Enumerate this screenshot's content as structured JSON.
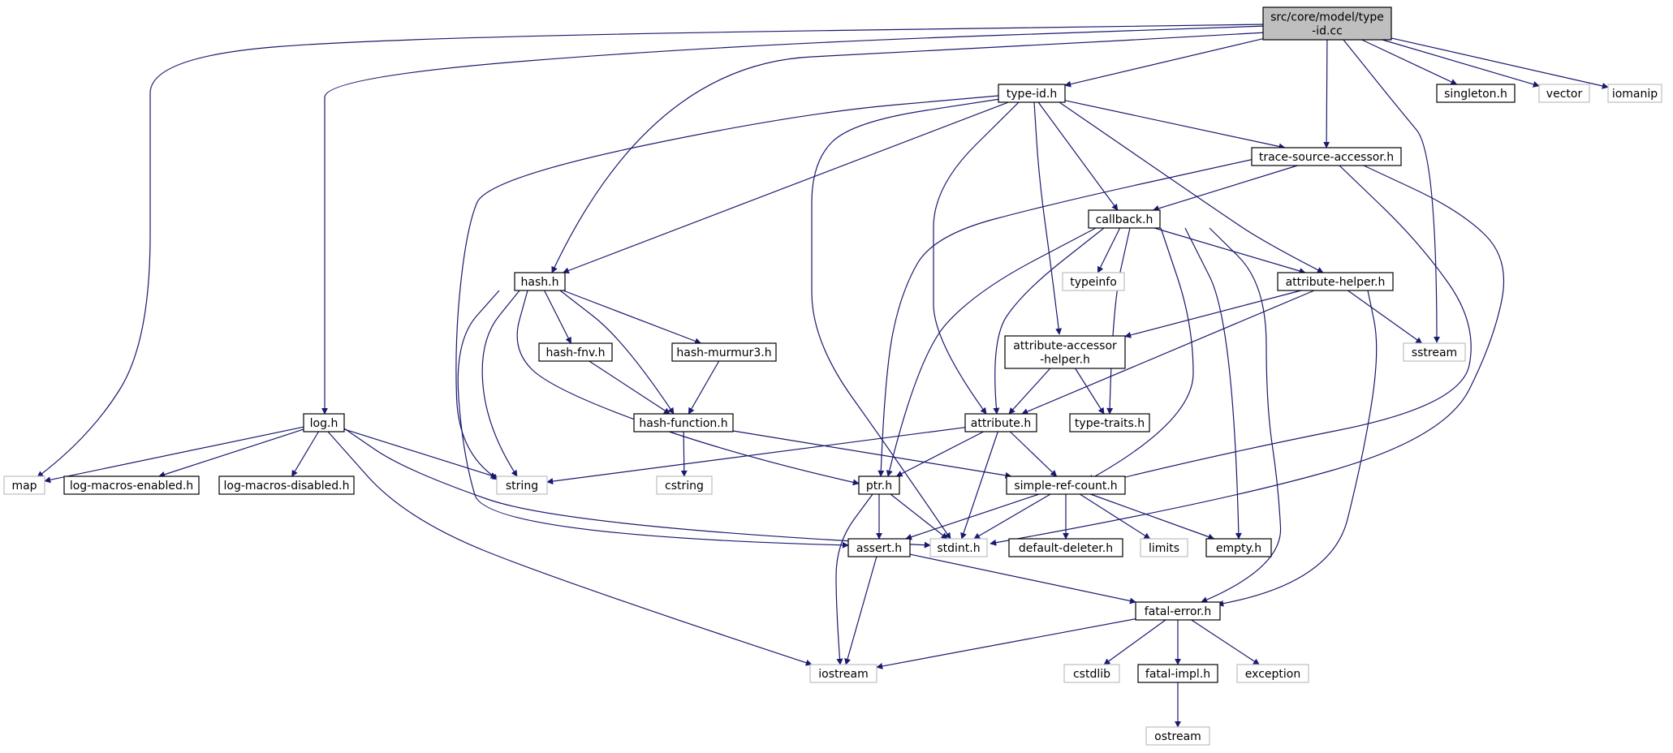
{
  "colors": {
    "edge": "#191970",
    "root_fill": "#bfbfbf",
    "node_border_documented": "#000000",
    "node_border_external": "#bfbfbf",
    "background": "#ffffff"
  },
  "nodes": [
    {
      "id": "root",
      "lines": [
        "src/core/model/type",
        "-id.cc"
      ],
      "style": "root",
      "icon": ""
    },
    {
      "id": "type-id",
      "lines": [
        "type-id.h"
      ],
      "style": "documented"
    },
    {
      "id": "singleton",
      "lines": [
        "singleton.h"
      ],
      "style": "documented"
    },
    {
      "id": "vector",
      "lines": [
        "vector"
      ],
      "style": "external"
    },
    {
      "id": "iomanip",
      "lines": [
        "iomanip"
      ],
      "style": "external"
    },
    {
      "id": "trace-source-accessor",
      "lines": [
        "trace-source-accessor.h"
      ],
      "style": "documented"
    },
    {
      "id": "callback",
      "lines": [
        "callback.h"
      ],
      "style": "documented"
    },
    {
      "id": "hash",
      "lines": [
        "hash.h"
      ],
      "style": "documented"
    },
    {
      "id": "typeinfo",
      "lines": [
        "typeinfo"
      ],
      "style": "external"
    },
    {
      "id": "attribute-helper",
      "lines": [
        "attribute-helper.h"
      ],
      "style": "documented"
    },
    {
      "id": "hash-fnv",
      "lines": [
        "hash-fnv.h"
      ],
      "style": "documented"
    },
    {
      "id": "hash-murmur3",
      "lines": [
        "hash-murmur3.h"
      ],
      "style": "documented"
    },
    {
      "id": "attribute-accessor-helper",
      "lines": [
        "attribute-accessor",
        "-helper.h"
      ],
      "style": "documented"
    },
    {
      "id": "sstream",
      "lines": [
        "sstream"
      ],
      "style": "external"
    },
    {
      "id": "log",
      "lines": [
        "log.h"
      ],
      "style": "documented"
    },
    {
      "id": "hash-function",
      "lines": [
        "hash-function.h"
      ],
      "style": "documented"
    },
    {
      "id": "attribute",
      "lines": [
        "attribute.h"
      ],
      "style": "documented"
    },
    {
      "id": "type-traits",
      "lines": [
        "type-traits.h"
      ],
      "style": "documented"
    },
    {
      "id": "map",
      "lines": [
        "map"
      ],
      "style": "external"
    },
    {
      "id": "log-macros-enabled",
      "lines": [
        "log-macros-enabled.h"
      ],
      "style": "documented"
    },
    {
      "id": "log-macros-disabled",
      "lines": [
        "log-macros-disabled.h"
      ],
      "style": "documented"
    },
    {
      "id": "string",
      "lines": [
        "string"
      ],
      "style": "external"
    },
    {
      "id": "cstring",
      "lines": [
        "cstring"
      ],
      "style": "external"
    },
    {
      "id": "ptr",
      "lines": [
        "ptr.h"
      ],
      "style": "documented"
    },
    {
      "id": "simple-ref-count",
      "lines": [
        "simple-ref-count.h"
      ],
      "style": "documented"
    },
    {
      "id": "assert",
      "lines": [
        "assert.h"
      ],
      "style": "documented"
    },
    {
      "id": "stdint",
      "lines": [
        "stdint.h"
      ],
      "style": "external"
    },
    {
      "id": "default-deleter",
      "lines": [
        "default-deleter.h"
      ],
      "style": "documented"
    },
    {
      "id": "limits",
      "lines": [
        "limits"
      ],
      "style": "external"
    },
    {
      "id": "empty",
      "lines": [
        "empty.h"
      ],
      "style": "documented"
    },
    {
      "id": "fatal-error",
      "lines": [
        "fatal-error.h"
      ],
      "style": "documented"
    },
    {
      "id": "iostream",
      "lines": [
        "iostream"
      ],
      "style": "external"
    },
    {
      "id": "cstdlib",
      "lines": [
        "cstdlib"
      ],
      "style": "external"
    },
    {
      "id": "fatal-impl",
      "lines": [
        "fatal-impl.h"
      ],
      "style": "documented"
    },
    {
      "id": "exception",
      "lines": [
        "exception"
      ],
      "style": "external"
    },
    {
      "id": "ostream",
      "lines": [
        "ostream"
      ],
      "style": "external"
    }
  ],
  "edges": [
    {
      "from": "root",
      "to": "type-id"
    },
    {
      "from": "root",
      "to": "singleton"
    },
    {
      "from": "root",
      "to": "vector"
    },
    {
      "from": "root",
      "to": "iomanip"
    },
    {
      "from": "root",
      "to": "trace-source-accessor"
    },
    {
      "from": "root",
      "to": "hash"
    },
    {
      "from": "root",
      "to": "sstream"
    },
    {
      "from": "root",
      "to": "log"
    },
    {
      "from": "root",
      "to": "map"
    },
    {
      "from": "type-id",
      "to": "trace-source-accessor"
    },
    {
      "from": "type-id",
      "to": "callback"
    },
    {
      "from": "type-id",
      "to": "attribute-helper"
    },
    {
      "from": "type-id",
      "to": "attribute-accessor-helper"
    },
    {
      "from": "type-id",
      "to": "attribute"
    },
    {
      "from": "type-id",
      "to": "hash"
    },
    {
      "from": "type-id",
      "to": "string"
    },
    {
      "from": "type-id",
      "to": "stdint"
    },
    {
      "from": "trace-source-accessor",
      "to": "callback"
    },
    {
      "from": "trace-source-accessor",
      "to": "ptr"
    },
    {
      "from": "trace-source-accessor",
      "to": "simple-ref-count"
    },
    {
      "from": "trace-source-accessor",
      "to": "stdint"
    },
    {
      "from": "callback",
      "to": "typeinfo"
    },
    {
      "from": "callback",
      "to": "attribute-helper"
    },
    {
      "from": "callback",
      "to": "attribute"
    },
    {
      "from": "callback",
      "to": "ptr"
    },
    {
      "from": "callback",
      "to": "type-traits"
    },
    {
      "from": "callback",
      "to": "simple-ref-count"
    },
    {
      "from": "callback",
      "to": "empty"
    },
    {
      "from": "callback",
      "to": "fatal-error"
    },
    {
      "from": "attribute-helper",
      "to": "attribute-accessor-helper"
    },
    {
      "from": "attribute-helper",
      "to": "sstream"
    },
    {
      "from": "attribute-helper",
      "to": "attribute"
    },
    {
      "from": "attribute-helper",
      "to": "fatal-error"
    },
    {
      "from": "attribute-accessor-helper",
      "to": "attribute"
    },
    {
      "from": "attribute-accessor-helper",
      "to": "type-traits"
    },
    {
      "from": "hash",
      "to": "hash-fnv"
    },
    {
      "from": "hash",
      "to": "hash-murmur3"
    },
    {
      "from": "hash",
      "to": "hash-function"
    },
    {
      "from": "hash",
      "to": "string"
    },
    {
      "from": "hash",
      "to": "ptr"
    },
    {
      "from": "hash",
      "to": "assert"
    },
    {
      "from": "hash-fnv",
      "to": "hash-function"
    },
    {
      "from": "hash-murmur3",
      "to": "hash-function"
    },
    {
      "from": "hash-function",
      "to": "cstring"
    },
    {
      "from": "hash-function",
      "to": "simple-ref-count"
    },
    {
      "from": "attribute",
      "to": "string"
    },
    {
      "from": "attribute",
      "to": "ptr"
    },
    {
      "from": "attribute",
      "to": "simple-ref-count"
    },
    {
      "from": "attribute",
      "to": "stdint"
    },
    {
      "from": "log",
      "to": "map"
    },
    {
      "from": "log",
      "to": "log-macros-enabled"
    },
    {
      "from": "log",
      "to": "log-macros-disabled"
    },
    {
      "from": "log",
      "to": "string"
    },
    {
      "from": "log",
      "to": "stdint"
    },
    {
      "from": "log",
      "to": "iostream"
    },
    {
      "from": "ptr",
      "to": "assert"
    },
    {
      "from": "ptr",
      "to": "stdint"
    },
    {
      "from": "ptr",
      "to": "iostream"
    },
    {
      "from": "simple-ref-count",
      "to": "assert"
    },
    {
      "from": "simple-ref-count",
      "to": "stdint"
    },
    {
      "from": "simple-ref-count",
      "to": "default-deleter"
    },
    {
      "from": "simple-ref-count",
      "to": "limits"
    },
    {
      "from": "simple-ref-count",
      "to": "empty"
    },
    {
      "from": "assert",
      "to": "fatal-error"
    },
    {
      "from": "assert",
      "to": "iostream"
    },
    {
      "from": "fatal-error",
      "to": "iostream"
    },
    {
      "from": "fatal-error",
      "to": "cstdlib"
    },
    {
      "from": "fatal-error",
      "to": "fatal-impl"
    },
    {
      "from": "fatal-error",
      "to": "exception"
    },
    {
      "from": "fatal-impl",
      "to": "ostream"
    }
  ]
}
